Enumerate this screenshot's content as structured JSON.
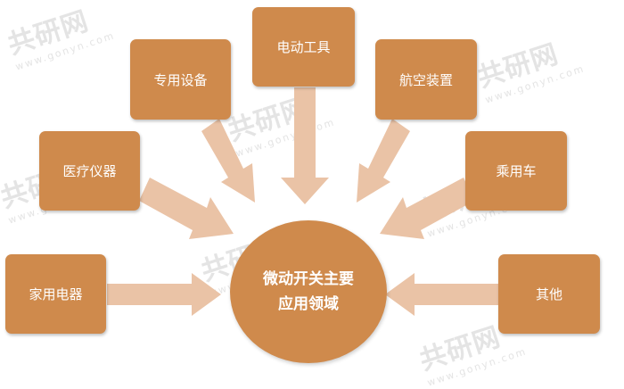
{
  "watermark": {
    "brand": "共研网",
    "site": "www.gonyn.com"
  },
  "center": {
    "line1": "微动开关主要",
    "line2": "应用领域"
  },
  "nodes": {
    "home_appliance": "家用电器",
    "medical": "医疗仪器",
    "special_equipment": "专用设备",
    "power_tools": "电动工具",
    "aerospace": "航空装置",
    "passenger_car": "乘用车",
    "other": "其他"
  },
  "colors": {
    "node_fill": "#cf8a4c",
    "arrow_fill": "#eac3a6",
    "text": "#ffffff"
  }
}
